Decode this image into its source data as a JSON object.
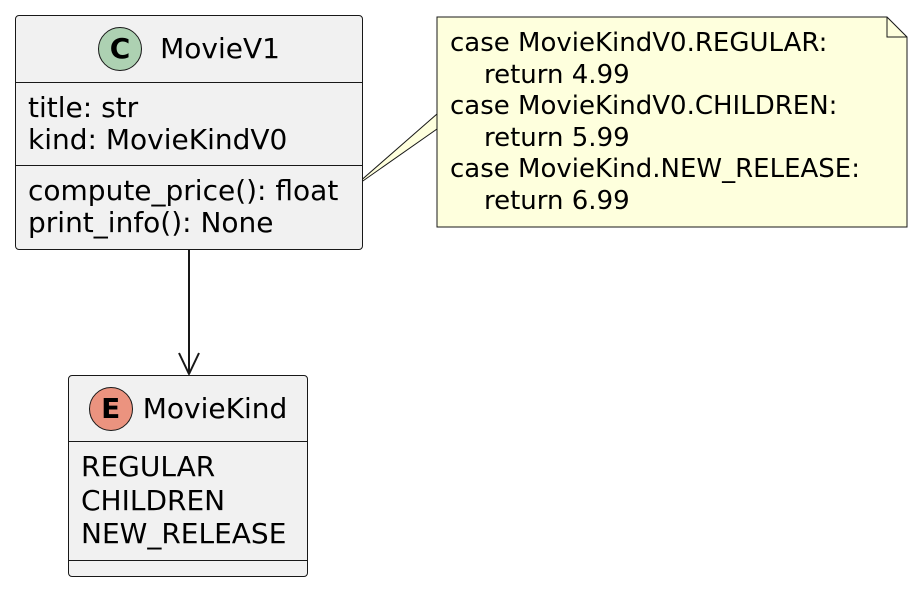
{
  "class_box": {
    "icon_letter": "C",
    "icon_color": "#ADD1B2",
    "name": "MovieV1",
    "attributes": [
      "title: str",
      "kind: MovieKindV0"
    ],
    "methods": [
      "compute_price(): float",
      "print_info(): None"
    ]
  },
  "enum_box": {
    "icon_letter": "E",
    "icon_color": "#EB937F",
    "name": "MovieKind",
    "values": [
      "REGULAR",
      "CHILDREN",
      "NEW_RELEASE"
    ]
  },
  "note": {
    "background": "#FEFFDD",
    "lines": [
      "case MovieKindV0.REGULAR:",
      "return 4.99",
      "case MovieKindV0.CHILDREN:",
      "return 5.99",
      "case MovieKind.NEW_RELEASE:",
      "return 6.99"
    ]
  }
}
